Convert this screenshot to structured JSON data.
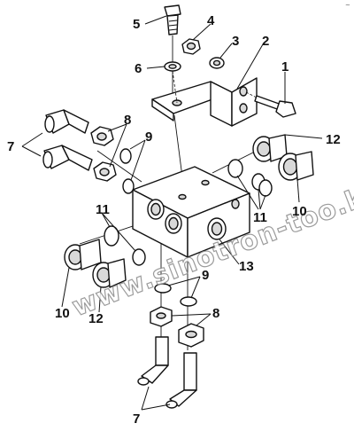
{
  "diagram": {
    "corner_mark": "~",
    "watermark": "www.sinotron-too.kz",
    "callouts": {
      "c1": "1",
      "c2": "2",
      "c3": "3",
      "c4": "4",
      "c5": "5",
      "c6": "6",
      "c7_top": "7",
      "c7_bottom": "7",
      "c8_top": "8",
      "c8_bottom": "8",
      "c9_top": "9",
      "c9_bottom": "9",
      "c10_right": "10",
      "c10_left": "10",
      "c11_left": "11",
      "c11_right": "11",
      "c12_right": "12",
      "c12_left": "12",
      "c13": "13"
    }
  }
}
